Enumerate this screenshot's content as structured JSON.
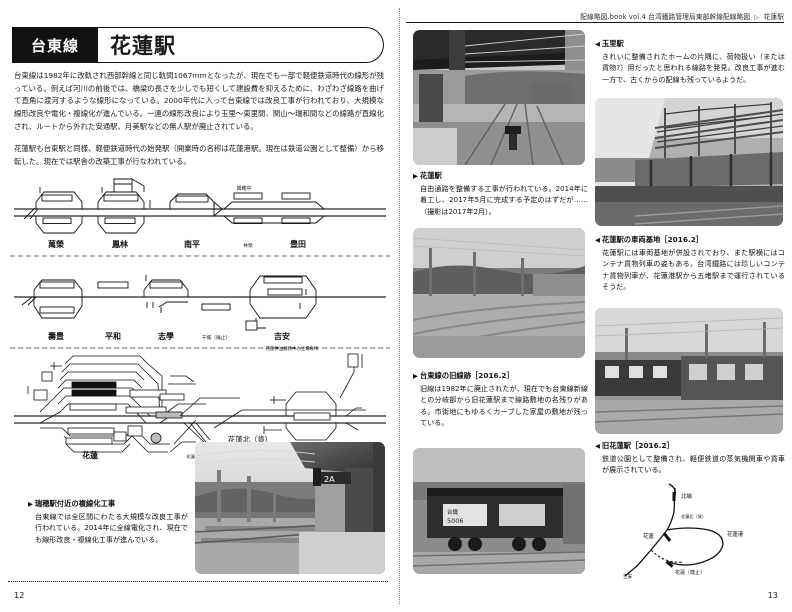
{
  "document": {
    "running_head": "配線略図.book vol.4 台湾鐵路管理局東部幹線配線略図",
    "running_head_caret": "▷",
    "running_head_section": "花蓮駅",
    "page_left": "12",
    "page_right": "13"
  },
  "title": {
    "line_name": "台東線",
    "station_name": "花蓮駅"
  },
  "body": {
    "paragraph1": "台東線は1982年に改軌され西部幹線と同じ軌間1067mmとなったが、現在でも一部で軽便鉄道時代の線形が残っている。例えば河川の前後では、橋梁の長さを少しでも短くして建設費を抑えるために、わざわざ線路を曲げて直角に渡河するような線形になっている。2000年代に入って台東線では改良工事が行われており、大規模な線形改良や電化・複線化が進んでいる。一連の線形改良により玉里〜東里間、関山〜瑞和間などの線路が直線化され、ルートから外れた安通駅、月美駅などの無人駅が廃止されている。",
    "paragraph2": "花蓮駅も台東駅と同様、軽便鉄道時代の始発駅（開業時の名称は花蓮港駅。現在は鉄道公園として整備）から移転した。現在では駅舎の改築工事が行なわれている。"
  },
  "diagram": {
    "row1_stations": [
      "萬榮",
      "鳳林",
      "南平",
      "林榮",
      "豊田"
    ],
    "row1_sub": [
      "",
      "",
      "",
      "",
      ""
    ],
    "row1_upper_label": "興穂中",
    "row2_stations": [
      "壽豊",
      "平和",
      "志學",
      "干城（廃止）",
      "吉安"
    ],
    "row3_labels": {
      "hualien": "花蓮",
      "hualien_north": "花蓮北（貨）",
      "beipu": "北埔",
      "depot": "花蓮供油服務中心注場專用",
      "branch": "花蓮臨港線 花蓮港方",
      "park": "花蓮機務段"
    }
  },
  "captions": {
    "left_bottom": {
      "marker": "▶",
      "title": "瑞穂駅付近の複線化工事",
      "body": "台東線では全区間にわたる大規模な改良工事が行われている。2014年に全線電化され、現在でも線形改良・複線化工事が進んでいる。"
    },
    "mid_top": {
      "marker": "▶",
      "title": "花蓮駅",
      "body": "自由通路を整備する工事が行われている。2014年に着工し、2017年5月に完成する予定のはずだが……（撮影は2017年2月）。"
    },
    "mid_bottom": {
      "marker": "▶",
      "title": "台東線の旧線跡［2016.2］",
      "body": "旧線は1982年に廃止されたが、現在でも台東線新線との分岐部から旧花蓮駅まで線路敷地の名残りがある。市街地にもゆるくカーブした家屋の敷地が残っている。"
    },
    "right_top": {
      "marker": "◀",
      "title": "玉里駅",
      "body": "きれいに整備されたホームの片隅に、荷物扱い（または貨物?）用だったと思われる線路を発見。改良工事が進む一方で、古くからの配線も残っているようだ。"
    },
    "right_mid": {
      "marker": "◀",
      "title": "花蓮駅の車両基地［2016.2］",
      "body": "花蓮駅には車両基地が併設されており、また駅横にはコンテナ貨物列車の姿もある。台湾鐵路には珍しいコンテナ貨物列車が、花蓮港駅から五堵駅まで運行されているそうだ。"
    },
    "right_bottom": {
      "marker": "◀",
      "title": "旧花蓮駅［2016.2］",
      "body": "鉄道公園として整備され、軽便鉄道の蒸気機関車や貨車が展示されている。"
    }
  },
  "minimap": {
    "labels": [
      "北埔",
      "花蓮北（貨）",
      "花蓮",
      "花蓮港",
      "花蓮（廃止）",
      "吉安"
    ]
  },
  "photos": {
    "left_bottom": "hualien-platform-photo",
    "mid_top": "hualien-station-construction-photo",
    "mid_middle": "old-line-trace-photo",
    "mid_bottom": "freight-wagon-photo",
    "right_top": "yuli-station-photo",
    "right_mid": "hualien-depot-photo",
    "right_bottom": "old-hualien-station-park-photo"
  },
  "colors": {
    "ink": "#111111",
    "rule": "#1a1a1a",
    "photo_dark": "#4a4a4a",
    "photo_light": "#cfcfcf"
  }
}
